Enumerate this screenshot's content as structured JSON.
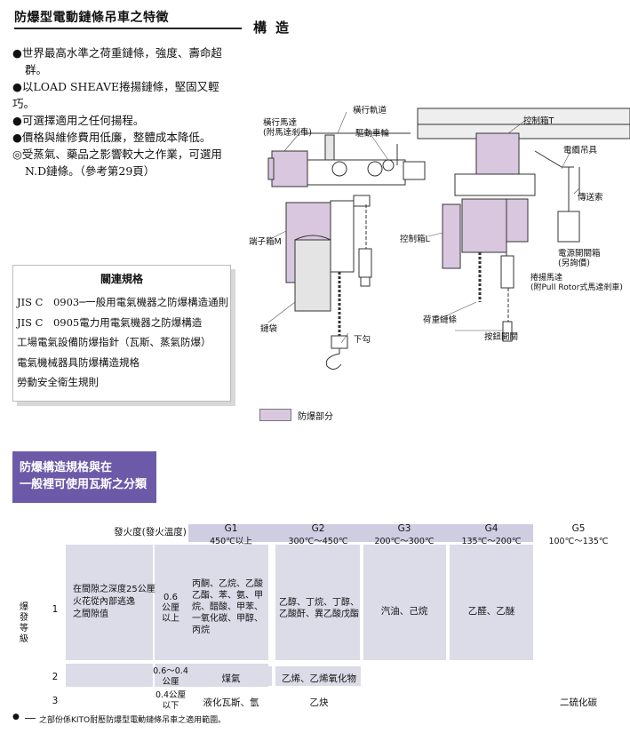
{
  "features": {
    "title": "防爆型電動鏈條吊車之特徵",
    "items": [
      {
        "bullet": "●",
        "lines": [
          "世界最高水準之荷重鏈條，強度、壽命超",
          "群。"
        ]
      },
      {
        "bullet": "●",
        "lines": [
          "以LOAD SHEAVE捲揚鏈條，堅固又輕巧。"
        ]
      },
      {
        "bullet": "●",
        "lines": [
          "可選擇適用之任何揚程。"
        ]
      },
      {
        "bullet": "●",
        "lines": [
          "價格與維修費用低廉，整體成本降低。"
        ]
      },
      {
        "bullet": "◎",
        "lines": [
          "受蒸氣、藥品之影響較大之作業，可選用",
          "N.D鏈條。（參考第29頁）"
        ]
      }
    ]
  },
  "specs": {
    "title": "關連規格",
    "items": [
      "JIS C　0903─一般用電氣機器之防爆構造通則",
      "JIS C　0905電力用電氣機器之防爆構造",
      "工場電氣設備防爆指針（瓦斯、蒸氣防爆）",
      "電氣機械器具防爆構造規格",
      "勞動安全衛生規則"
    ]
  },
  "structure": {
    "title": "構造",
    "labels": {
      "traverse_rail": "橫行軌道",
      "traverse_motor": "橫行馬達\n(附馬達剎車)",
      "drive_wheel": "驅動車輪",
      "control_box_t": "控制箱T",
      "cable_hanger": "電纜吊具",
      "feed_cable": "傳送索",
      "terminal_box_m": "端子箱M",
      "control_box_l": "控制箱L",
      "power_switch_box": "電源開關箱\n(另詢價)",
      "hoist_motor": "捲揚馬達\n(附Pull Rotor式馬達剎車)",
      "load_chain": "荷重鏈條",
      "chain_bag": "鏈袋",
      "hook": "下勾",
      "pushbutton": "按鈕開關"
    },
    "legend": "防爆部分"
  },
  "classification": {
    "banner_line1": "防爆構造規格與在",
    "banner_line2": "一般裡可使用瓦斯之分類",
    "header_label": "發火度(發火溫度)",
    "groups": [
      {
        "code": "G1",
        "temp": "450℃以上"
      },
      {
        "code": "G2",
        "temp": "300℃～450℃"
      },
      {
        "code": "G3",
        "temp": "200℃～300℃"
      },
      {
        "code": "G4",
        "temp": "135℃～200℃"
      },
      {
        "code": "G5",
        "temp": "100℃～135℃"
      }
    ],
    "side_label": "爆發等級",
    "rows": [
      {
        "level": "1",
        "desc": "在間隙之深度25公厘\n火花從內部逃逸\n之間隙值",
        "gap": "0.6\n公厘\n以上",
        "cells": [
          "丙酮、乙烷、乙酸\n乙酯、苯、氨、甲\n烷、醋酸、甲苯、\n一氧化碳、甲醇、\n丙烷",
          "乙醇、丁烷、丁醇、\n乙酸酐、異乙酸戊酯",
          "汽油、己烷",
          "乙醛、乙醚",
          ""
        ]
      },
      {
        "level": "2",
        "desc": "",
        "gap": "0.6～0.4\n公厘",
        "cells": [
          "煤氣",
          "乙烯、乙烯氧化物",
          "",
          "",
          ""
        ]
      },
      {
        "level": "3",
        "desc": "",
        "gap": "0.4公厘\n以下",
        "cells": [
          "液化瓦斯、氫",
          "乙炔",
          "",
          "",
          "二硫化碳"
        ]
      }
    ],
    "footnote_symbol": "●",
    "footnote": "之部份係KITO耐壓防爆型電動鏈條吊車之適用範圍。"
  },
  "colors": {
    "banner": "#6c5aa8",
    "explosion_proof": "#d9c7df",
    "table_shade": "#dcdbe8"
  }
}
